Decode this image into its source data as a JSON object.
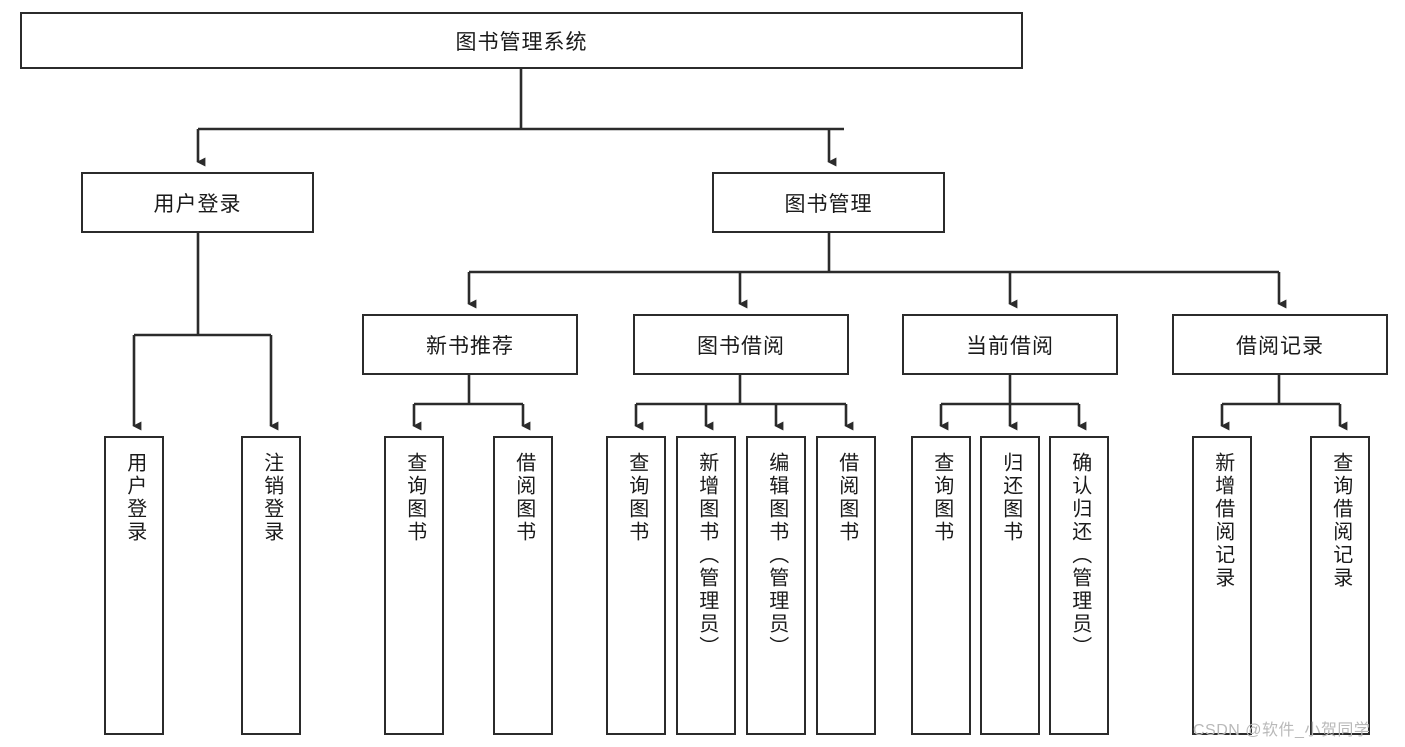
{
  "diagram": {
    "title": "图书管理系统",
    "type": "hierarchy-tree",
    "watermark": "CSDN @软件_小贺同学",
    "colors": {
      "box_border": "#2b2b2b",
      "box_fill": "#ffffff",
      "edge": "#2b2b2b",
      "text": "#1a1a1a",
      "watermark": "#b9b9b9"
    },
    "levels": {
      "root": "图书管理系统",
      "level2": [
        "用户登录",
        "图书管理"
      ],
      "level3": [
        "新书推荐",
        "图书借阅",
        "当前借阅",
        "借阅记录"
      ]
    },
    "nodes": {
      "root": {
        "label": "图书管理系统",
        "orientation": "horizontal"
      },
      "user_login": {
        "label": "用户登录",
        "orientation": "horizontal"
      },
      "book_manage": {
        "label": "图书管理",
        "orientation": "horizontal"
      },
      "new_book_rec": {
        "label": "新书推荐",
        "orientation": "horizontal"
      },
      "book_borrow": {
        "label": "图书借阅",
        "orientation": "horizontal"
      },
      "current_borrow": {
        "label": "当前借阅",
        "orientation": "horizontal"
      },
      "borrow_record": {
        "label": "借阅记录",
        "orientation": "horizontal"
      },
      "leaf_user_login": {
        "label": "用户登录",
        "orientation": "vertical"
      },
      "leaf_logout": {
        "label": "注销登录",
        "orientation": "vertical"
      },
      "leaf_query_book_1": {
        "label": "查询图书",
        "orientation": "vertical"
      },
      "leaf_borrow_book_1": {
        "label": "借阅图书",
        "orientation": "vertical"
      },
      "leaf_query_book_2": {
        "label": "查询图书",
        "orientation": "vertical"
      },
      "leaf_add_book": {
        "label": "新增图书（管理员）",
        "orientation": "vertical"
      },
      "leaf_edit_book": {
        "label": "编辑图书（管理员）",
        "orientation": "vertical"
      },
      "leaf_borrow_book_2": {
        "label": "借阅图书",
        "orientation": "vertical"
      },
      "leaf_query_book_3": {
        "label": "查询图书",
        "orientation": "vertical"
      },
      "leaf_return_book": {
        "label": "归还图书",
        "orientation": "vertical"
      },
      "leaf_confirm_return": {
        "label": "确认归还（管理员）",
        "orientation": "vertical"
      },
      "leaf_add_record": {
        "label": "新增借阅记录",
        "orientation": "vertical"
      },
      "leaf_query_record": {
        "label": "查询借阅记录",
        "orientation": "vertical"
      }
    },
    "edges": [
      {
        "from": "图书管理系统",
        "to": "用户登录"
      },
      {
        "from": "图书管理系统",
        "to": "图书管理"
      },
      {
        "from": "用户登录",
        "to": "用户登录"
      },
      {
        "from": "用户登录",
        "to": "注销登录"
      },
      {
        "from": "图书管理",
        "to": "新书推荐"
      },
      {
        "from": "图书管理",
        "to": "图书借阅"
      },
      {
        "from": "图书管理",
        "to": "当前借阅"
      },
      {
        "from": "图书管理",
        "to": "借阅记录"
      },
      {
        "from": "新书推荐",
        "to": "查询图书"
      },
      {
        "from": "新书推荐",
        "to": "借阅图书"
      },
      {
        "from": "图书借阅",
        "to": "查询图书"
      },
      {
        "from": "图书借阅",
        "to": "新增图书（管理员）"
      },
      {
        "from": "图书借阅",
        "to": "编辑图书（管理员）"
      },
      {
        "from": "图书借阅",
        "to": "借阅图书"
      },
      {
        "from": "当前借阅",
        "to": "查询图书"
      },
      {
        "from": "当前借阅",
        "to": "归还图书"
      },
      {
        "from": "当前借阅",
        "to": "确认归还（管理员）"
      },
      {
        "from": "借阅记录",
        "to": "新增借阅记录"
      },
      {
        "from": "借阅记录",
        "to": "查询借阅记录"
      }
    ]
  }
}
